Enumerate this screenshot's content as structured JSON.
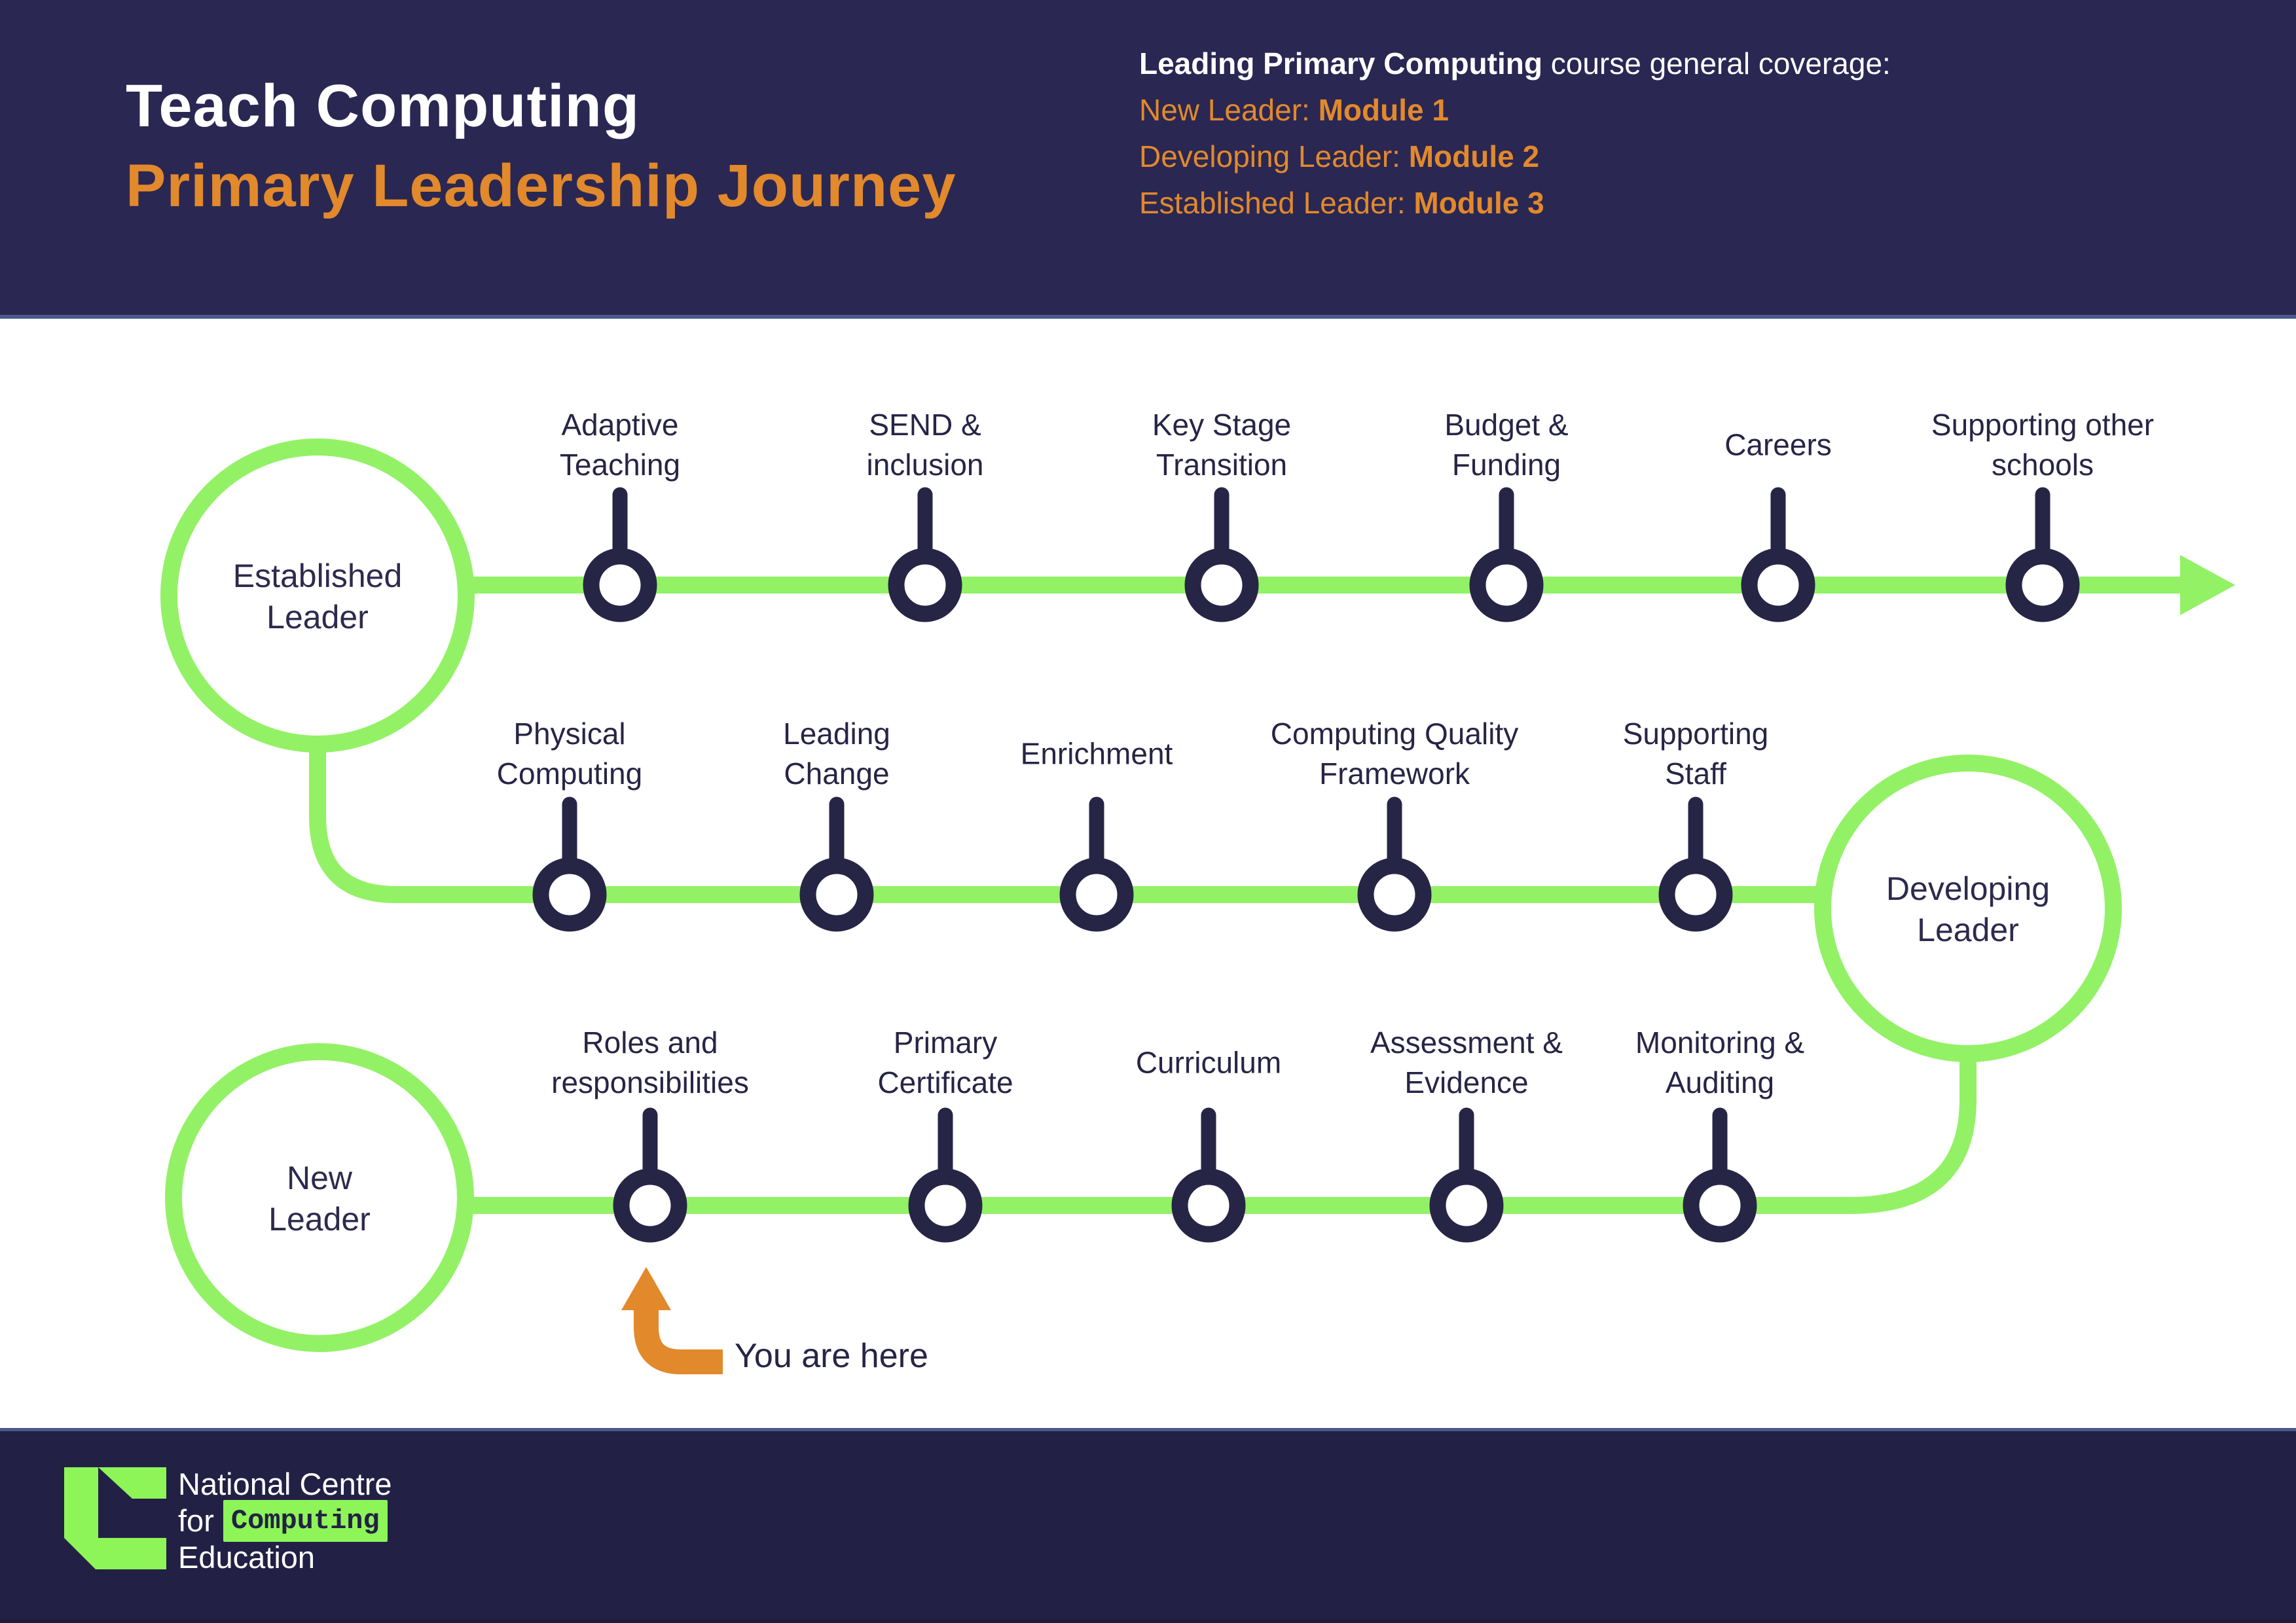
{
  "header": {
    "title": "Teach Computing",
    "subtitle": "Primary Leadership Journey",
    "coverage": {
      "lead_bold": "Leading Primary Computing",
      "lead_rest": " course general coverage:",
      "lines": [
        {
          "label": "New Leader: ",
          "module": "Module 1"
        },
        {
          "label": "Developing Leader: ",
          "module": "Module 2"
        },
        {
          "label": "Established Leader: ",
          "module": "Module 3"
        }
      ]
    }
  },
  "journey": {
    "leaders": [
      {
        "id": "established",
        "label": "Established\nLeader"
      },
      {
        "id": "developing",
        "label": "Developing\nLeader"
      },
      {
        "id": "new",
        "label": "New\nLeader"
      }
    ],
    "rows": [
      {
        "stops": [
          "Adaptive Teaching",
          "SEND & inclusion",
          "Key Stage Transition",
          "Budget & Funding",
          "Careers",
          "Supporting other schools"
        ]
      },
      {
        "stops": [
          "Physical Computing",
          "Leading Change",
          "Enrichment",
          "Computing Quality Framework",
          "Supporting Staff"
        ]
      },
      {
        "stops": [
          "Roles and responsibilities",
          "Primary Certificate",
          "Curriculum",
          "Assessment & Evidence",
          "Monitoring & Auditing"
        ]
      }
    ],
    "you_are_here": "You are here"
  },
  "footer": {
    "logo_line1": "National Centre",
    "logo_line2_prefix": "for",
    "logo_line2_highlight": "Computing",
    "logo_line3": "Education"
  },
  "colors": {
    "navy_header": "#2a2753",
    "navy_footer": "#232045",
    "navy_ink": "#272546",
    "path_green": "#93f166",
    "logo_green": "#8df557",
    "accent_orange": "#e2892c",
    "edge_blue": "#4c5a8c"
  }
}
